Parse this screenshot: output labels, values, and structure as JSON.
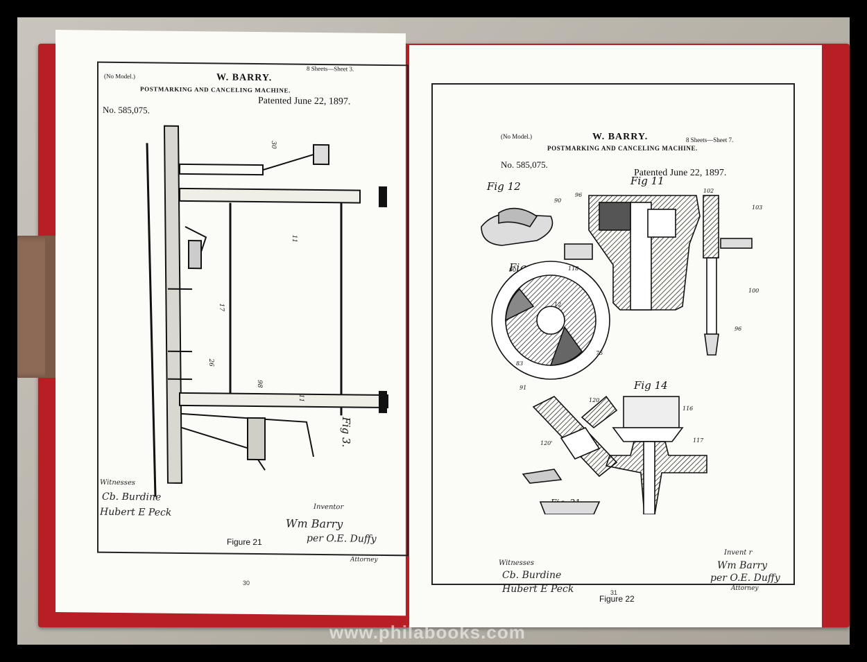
{
  "left_page": {
    "model": "(No Model.)",
    "sheets": "8 Sheets—Sheet 3.",
    "inventor": "W. BARRY.",
    "machine": "POSTMARKING AND CANCELING MACHINE.",
    "patent_no": "No. 585,075.",
    "patented": "Patented June 22, 1897.",
    "fig_label": "Fig 3.",
    "witnesses_label": "Witnesses",
    "witness_1": "Cb. Burdine",
    "witness_2": "Hubert E Peck",
    "inventor_label": "Inventor",
    "inventor_sig": "Wm Barry",
    "attorney_sig": "per O.E. Duffy",
    "attorney_label": "Attorney",
    "caption": "Figure 21",
    "page_number": "30"
  },
  "right_page": {
    "model": "(No Model.)",
    "sheets": "8 Sheets—Sheet 7.",
    "inventor": "W. BARRY.",
    "machine": "POSTMARKING AND CANCELING MACHINE.",
    "patent_no": "No. 585,075.",
    "patented": "Patented June 22, 1897.",
    "fig_12": "Fig 12",
    "fig_11": "Fig 11",
    "fig_13": "Fig 13",
    "fig_14": "Fig 14",
    "fig_21": "Fig. 21.",
    "witnesses_label": "Witnesses",
    "witness_1": "Cb. Burdine",
    "witness_2": "Hubert E Peck",
    "inventor_label": "Invent r",
    "inventor_sig": "Wm Barry",
    "attorney_sig": "per O.E. Duffy",
    "attorney_label": "Attorney",
    "caption": "Figure 22",
    "page_number": "31"
  },
  "watermark": "www.philabooks.com",
  "colors": {
    "cover": "#b71f24",
    "page": "#fbfbf8",
    "ink": "#111111"
  }
}
